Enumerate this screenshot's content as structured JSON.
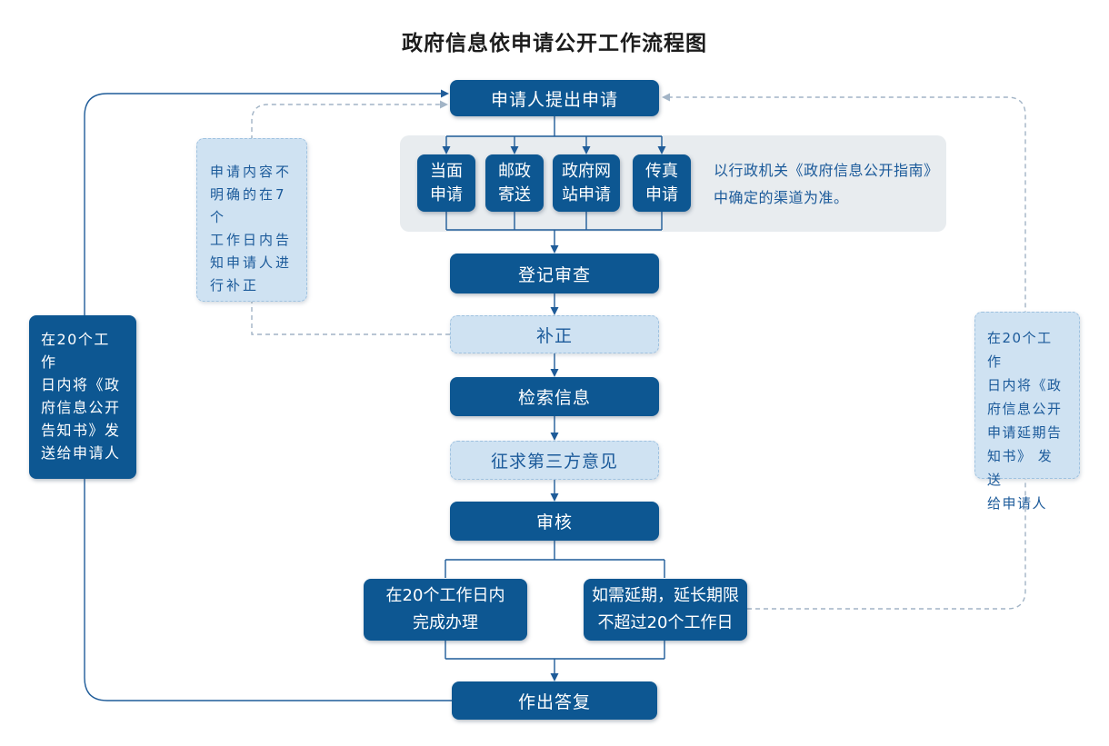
{
  "title": "政府信息依申请公开工作流程图",
  "colors": {
    "primary_box": "#0d5792",
    "light_box_fill": "#cfe2f2",
    "light_box_border": "#9fc2e0",
    "light_box_text": "#1b5a9a",
    "panel_background": "#e8ecef",
    "solid_line": "#1f5c99",
    "dashed_line": "#a2b4c6",
    "box_text": "#ffffff",
    "title_text": "#1c1c1c"
  },
  "nodes": {
    "apply": "申请人提出申请",
    "channels": [
      "当面\n申请",
      "邮政\n寄送",
      "政府网\n站申请",
      "传真\n申请"
    ],
    "channel_note": "以行政机关《政府信息公开指南》\n中确定的渠道为准。",
    "register": "登记审查",
    "supplement": "补正",
    "search": "检索信息",
    "third_party": "征求第三方意见",
    "review": "审核",
    "complete": "在20个工作日内\n完成办理",
    "extend": "如需延期，延长期限\n不超过20个工作日",
    "reply": "作出答复",
    "left_note": "在20个工作\n日内将《政\n府信息公开\n告知书》发\n送给申请人",
    "supplement_note": "申请内容不\n明确的在7个\n工作日内告\n知申请人进\n行补正",
    "extend_note": "在20个工作\n日内将《政\n府信息公开\n申请延期告\n知书》 发送\n给申请人"
  }
}
